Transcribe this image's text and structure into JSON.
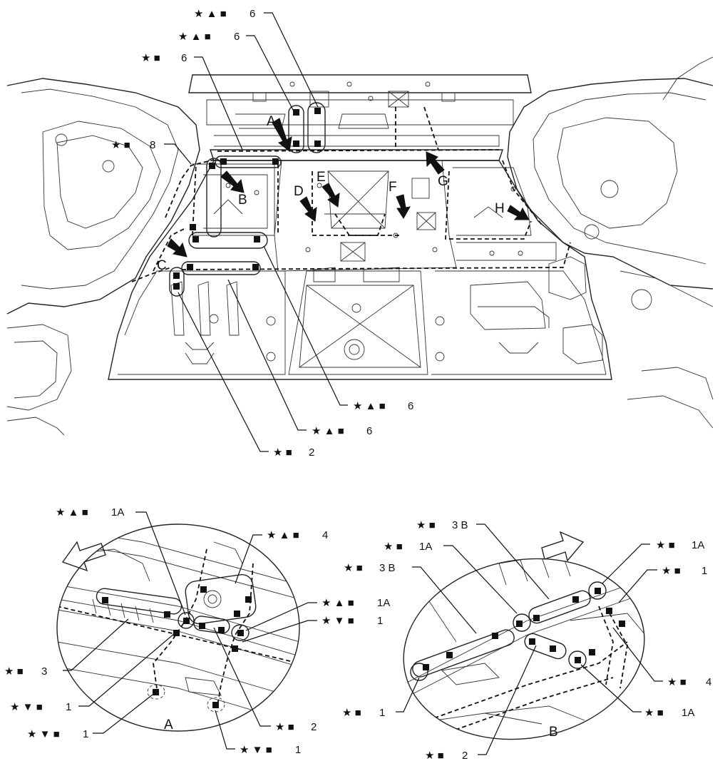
{
  "symbols": {
    "star": "★",
    "up": "▲",
    "down": "▼",
    "square": "■"
  },
  "top_callouts": [
    {
      "id": "t1",
      "marks": "★ ▲ ■",
      "num": "6"
    },
    {
      "id": "t2",
      "marks": "★ ▲ ■",
      "num": "6"
    },
    {
      "id": "t3",
      "marks": "★ ■",
      "num": "6"
    },
    {
      "id": "t4",
      "marks": "★ ■",
      "num": "8"
    },
    {
      "id": "t5",
      "marks": "★ ▲ ■",
      "num": "6"
    },
    {
      "id": "t6",
      "marks": "★ ▲ ■",
      "num": "6"
    },
    {
      "id": "t7",
      "marks": "★ ■",
      "num": "2"
    }
  ],
  "area_letters": [
    "A",
    "B",
    "C",
    "D",
    "E",
    "F",
    "G",
    "H"
  ],
  "detail_a": {
    "caption": "A",
    "callouts": [
      {
        "id": "a1",
        "marks": "★ ▲ ■",
        "num": "1A"
      },
      {
        "id": "a2",
        "marks": "★ ▲ ■",
        "num": "4"
      },
      {
        "id": "a3",
        "marks": "★ ▲ ■",
        "num": "1A"
      },
      {
        "id": "a4",
        "marks": "★ ▼ ■",
        "num": "1"
      },
      {
        "id": "a5",
        "marks": "★ ■",
        "num": "3"
      },
      {
        "id": "a6",
        "marks": "★ ▼ ■",
        "num": "1"
      },
      {
        "id": "a7",
        "marks": "★ ▼ ■",
        "num": "1"
      },
      {
        "id": "a8",
        "marks": "★ ■",
        "num": "2"
      },
      {
        "id": "a9",
        "marks": "★ ▼ ■",
        "num": "1"
      }
    ]
  },
  "detail_b": {
    "caption": "B",
    "callouts": [
      {
        "id": "b1",
        "marks": "★ ■",
        "num": "3 B"
      },
      {
        "id": "b2",
        "marks": "★ ■",
        "num": "1A"
      },
      {
        "id": "b3",
        "marks": "★ ■",
        "num": "3 B"
      },
      {
        "id": "b4",
        "marks": "★ ■",
        "num": "1A"
      },
      {
        "id": "b5",
        "marks": "★ ■",
        "num": "1"
      },
      {
        "id": "b6",
        "marks": "★ ■",
        "num": "4"
      },
      {
        "id": "b7",
        "marks": "★ ■",
        "num": "1A"
      },
      {
        "id": "b8",
        "marks": "★ ■",
        "num": "1"
      },
      {
        "id": "b9",
        "marks": "★ ■",
        "num": "2"
      }
    ]
  }
}
